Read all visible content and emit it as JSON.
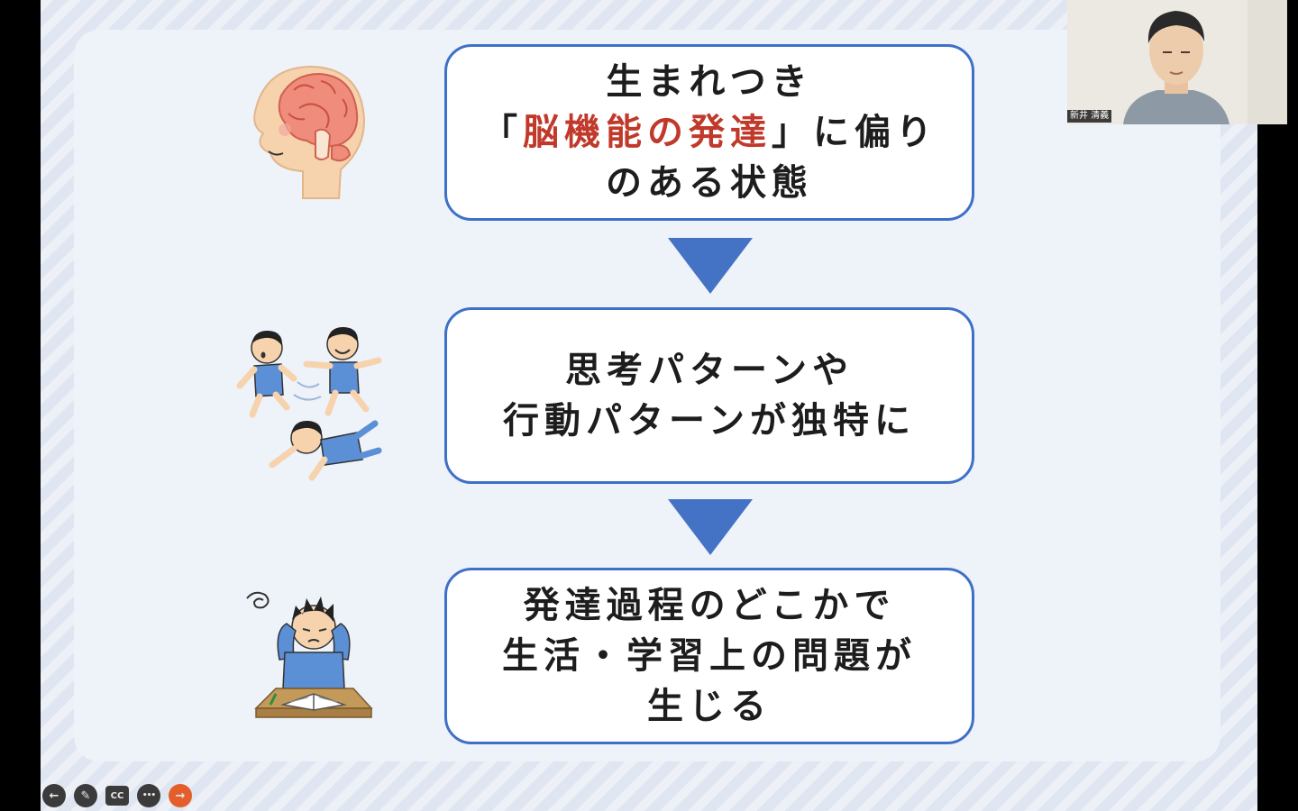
{
  "slide": {
    "box1": {
      "line1": "生まれつき",
      "line2_open": "「",
      "line2_highlight": "脳機能の発達",
      "line2_close": "」に偏り",
      "line3": "のある状態"
    },
    "box2": {
      "line1": "思考パターンや",
      "line2": "行動パターンが独特に"
    },
    "box3": {
      "line1": "発達過程のどこかで",
      "line2": "生活・学習上の問題が",
      "line3": "生じる"
    }
  },
  "webcam": {
    "participant_name": "新井 清義"
  },
  "controls": {
    "back_icon": "←",
    "pen_icon": "✎",
    "cc_label": "CC",
    "more_icon": "•••",
    "next_icon": "→"
  },
  "colors": {
    "box_border": "#3f70c8",
    "arrow_fill": "#4472c4",
    "highlight_text": "#c0392b"
  },
  "icons": [
    "brain-profile-illustration",
    "children-running-illustration",
    "student-stressed-at-desk-illustration",
    "back-arrow-icon",
    "pen-icon",
    "closed-caption-icon",
    "more-options-icon",
    "next-arrow-icon"
  ]
}
